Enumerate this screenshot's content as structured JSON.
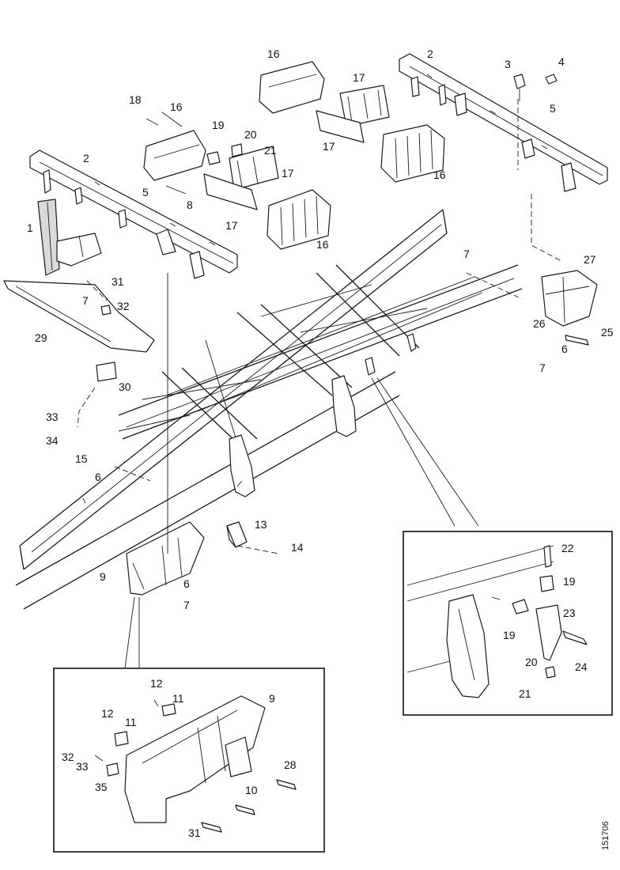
{
  "drawing_ref": "151706",
  "callouts": {
    "c1": "1",
    "c2a": "2",
    "c2b": "2",
    "c3": "3",
    "c4": "4",
    "c5a": "5",
    "c5b": "5",
    "c6a": "6",
    "c6b": "6",
    "c6c": "6",
    "c7a": "7",
    "c7b": "7",
    "c7c": "7",
    "c7d": "7",
    "c8": "8",
    "c9a": "9",
    "c9b": "9",
    "c10": "10",
    "c11a": "11",
    "c11b": "11",
    "c12a": "12",
    "c12b": "12",
    "c13": "13",
    "c14": "14",
    "c15": "15",
    "c16a": "16",
    "c16b": "16",
    "c16c": "16",
    "c16d": "16",
    "c17a": "17",
    "c17b": "17",
    "c17c": "17",
    "c17d": "17",
    "c18": "18",
    "c19a": "19",
    "c19b": "19",
    "c19c": "19",
    "c20a": "20",
    "c20b": "20",
    "c21a": "21",
    "c21b": "21",
    "c22": "22",
    "c23": "23",
    "c24": "24",
    "c25": "25",
    "c26": "26",
    "c27": "27",
    "c28": "28",
    "c29": "29",
    "c30": "30",
    "c31a": "31",
    "c31b": "31",
    "c32a": "32",
    "c32b": "32",
    "c33a": "33",
    "c33b": "33",
    "c34": "34",
    "c35": "35"
  }
}
